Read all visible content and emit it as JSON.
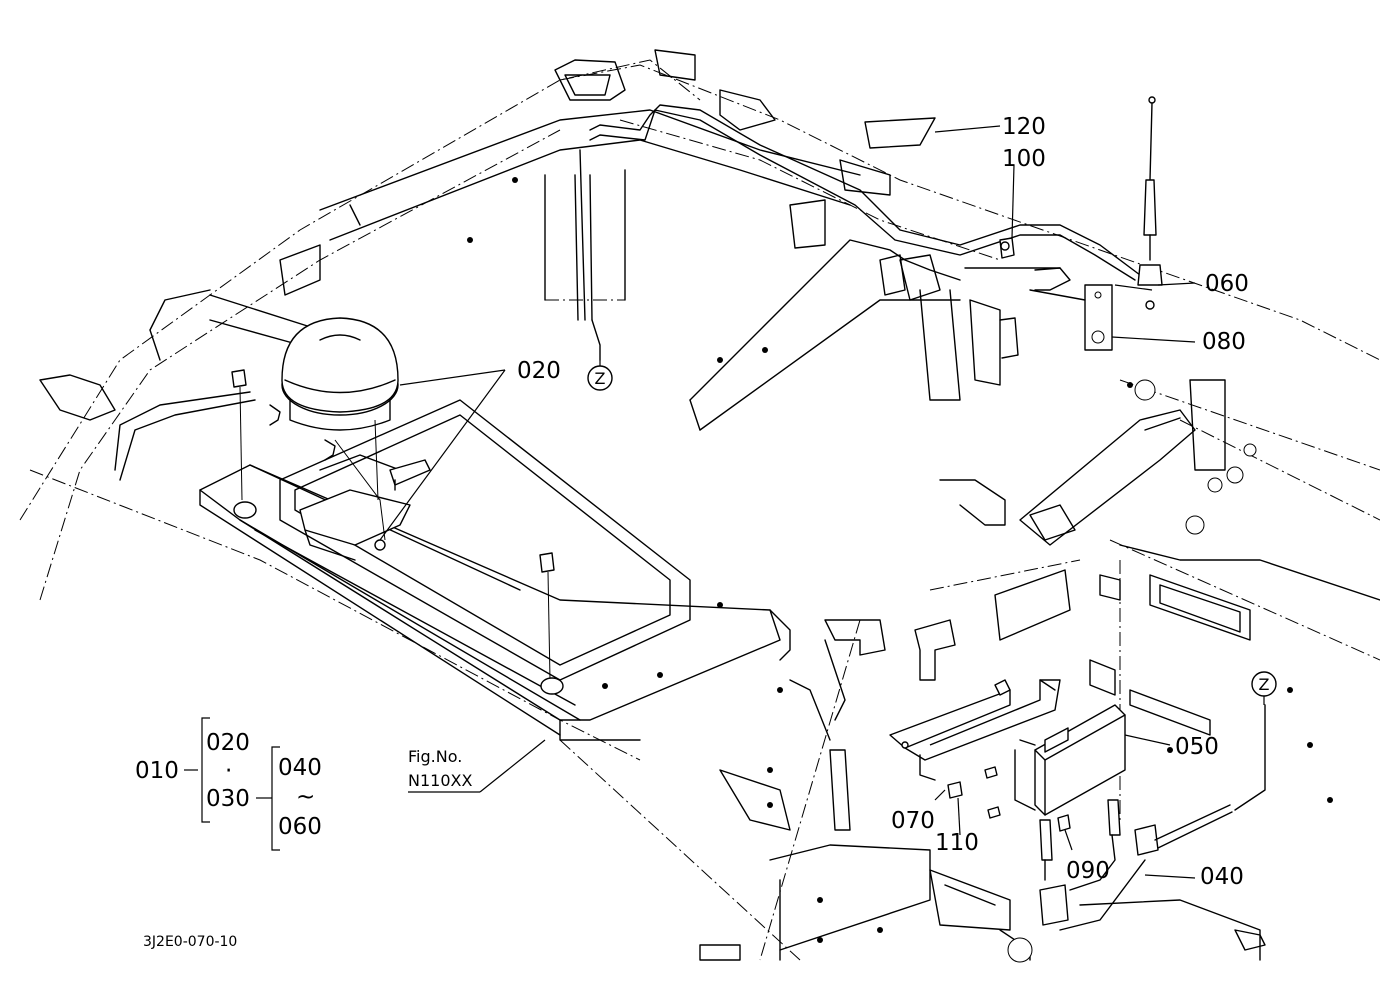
{
  "callouts": {
    "c120": "120",
    "c100": "100",
    "c060": "060",
    "c080": "080",
    "c020": "020",
    "c050": "050",
    "c040": "040",
    "c070": "070",
    "c110": "110",
    "c090": "090",
    "z_top": "Z",
    "z_right": "Z"
  },
  "assembly": {
    "parent": "010",
    "child_a": "020",
    "sep": "·",
    "child_b": "030",
    "range_start": "040",
    "range_sep": "~",
    "range_end": "060"
  },
  "figure": {
    "fig_label": "Fig.No.",
    "fig_number": "N110XX"
  },
  "drawing_ref": "3J2E0-070-10"
}
